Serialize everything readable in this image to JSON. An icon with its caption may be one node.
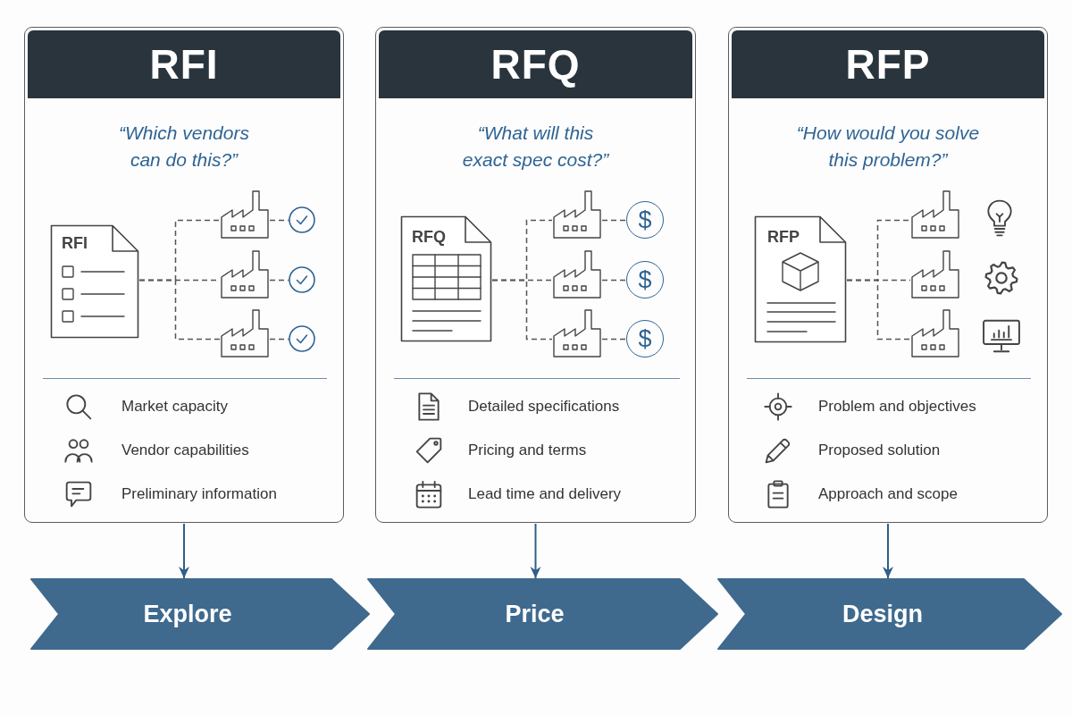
{
  "diagram": {
    "nodes": [
      {
        "text": [
          "RFI",
          "“Which vendors can do this?”",
          "Market capacity",
          "Vendor capabilities",
          "Preliminary information"
        ]
      },
      {
        "text": [
          "RFI"
        ],
        "in": 0
      },
      {
        "text": [],
        "shape": "picture",
        "in": 0
      },
      {
        "text": [],
        "shape": "picture",
        "in": 0
      },
      {
        "text": [],
        "shape": "picture",
        "in": 0
      },
      {
        "text": [],
        "shape": "circle",
        "in": 0
      },
      {
        "text": [],
        "shape": "circle",
        "in": 0
      },
      {
        "text": [],
        "shape": "circle",
        "in": 0
      },
      {
        "text": [
          "RFQ",
          "“What will this exact spec cost?”",
          "Detailed specifications",
          "Pricing and terms",
          "Lead time and delivery"
        ]
      },
      {
        "text": [
          "RFQ"
        ],
        "in": 8
      },
      {
        "text": [],
        "shape": "picture",
        "in": 8
      },
      {
        "text": [],
        "shape": "picture",
        "in": 8
      },
      {
        "text": [],
        "shape": "picture",
        "in": 8
      },
      {
        "text": [
          "$"
        ],
        "in": 8
      },
      {
        "text": [
          "$"
        ],
        "in": 8
      },
      {
        "text": [
          "$"
        ],
        "in": 8
      },
      {
        "text": [
          "RFP",
          "“How would you solve this problem?”",
          "Problem and objectives",
          "Proposed solution",
          "Approach and scope"
        ]
      },
      {
        "text": [
          "RFP"
        ],
        "in": 16
      },
      {
        "text": [],
        "shape": "picture",
        "in": 16
      },
      {
        "text": [],
        "shape": "picture",
        "in": 16
      },
      {
        "text": [],
        "shape": "picture",
        "in": 16
      },
      {
        "text": [
          "Explore"
        ]
      },
      {
        "text": [
          "Price"
        ]
      },
      {
        "text": [
          "Design"
        ]
      }
    ],
    "edges": [
      {
        "from": 1,
        "to": 2,
        "arrow": "none",
        "style": "dashed"
      },
      {
        "from": 1,
        "to": 3,
        "arrow": "none",
        "style": "dashed"
      },
      {
        "from": 1,
        "to": 4,
        "arrow": "none",
        "style": "dashed"
      },
      {
        "from": 2,
        "to": 5,
        "arrow": "none",
        "style": "dashed"
      },
      {
        "from": 3,
        "to": 6,
        "arrow": "none",
        "style": "dashed"
      },
      {
        "from": 4,
        "to": 7,
        "arrow": "none",
        "style": "dashed"
      },
      {
        "from": 9,
        "to": 10,
        "arrow": "none",
        "style": "dashed"
      },
      {
        "from": 9,
        "to": 11,
        "arrow": "none",
        "style": "dashed"
      },
      {
        "from": 9,
        "to": 12,
        "arrow": "none",
        "style": "dashed"
      },
      {
        "from": 10,
        "to": 13,
        "arrow": "none",
        "style": "dashed"
      },
      {
        "from": 11,
        "to": 14,
        "arrow": "none",
        "style": "dashed"
      },
      {
        "from": 12,
        "to": 15,
        "arrow": "none",
        "style": "dashed"
      },
      {
        "from": 17,
        "to": 18,
        "arrow": "none",
        "style": "dashed"
      },
      {
        "from": 17,
        "to": 19,
        "arrow": "none",
        "style": "dashed"
      },
      {
        "from": 17,
        "to": 20,
        "arrow": "none",
        "style": "dashed"
      },
      {
        "from": 0,
        "to": 21,
        "arrow": "to",
        "color": "#2f5f8a"
      },
      {
        "from": 8,
        "to": 22,
        "arrow": "to",
        "color": "#2f5f8a"
      },
      {
        "from": 16,
        "to": 23,
        "arrow": "to",
        "color": "#2f5f8a"
      }
    ]
  }
}
